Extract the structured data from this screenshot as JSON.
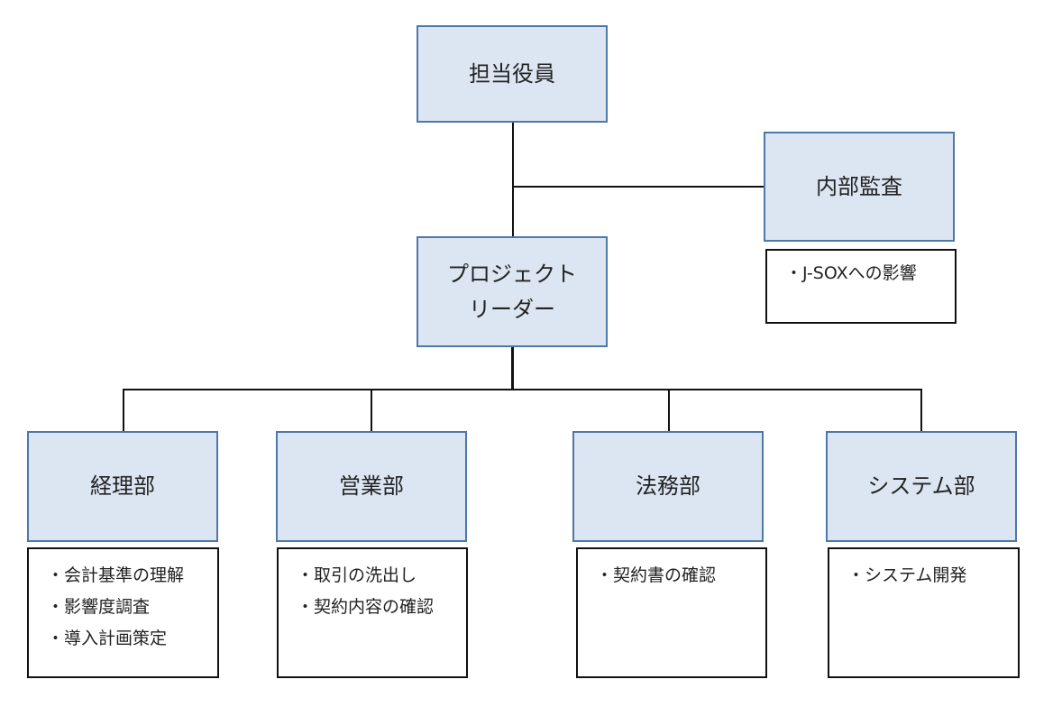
{
  "org_chart": {
    "executive": "担当役員",
    "audit": {
      "title": "内部監査",
      "notes": [
        "・J-SOXへの影響"
      ]
    },
    "leader": {
      "line1": "プロジェクト",
      "line2": "リーダー"
    },
    "departments": [
      {
        "title": "経理部",
        "notes": [
          "・会計基準の理解",
          "・影響度調査",
          "・導入計画策定"
        ]
      },
      {
        "title": "営業部",
        "notes": [
          "・取引の洗出し",
          "・契約内容の確認"
        ]
      },
      {
        "title": "法務部",
        "notes": [
          "・契約書の確認"
        ]
      },
      {
        "title": "システム部",
        "notes": [
          "・システム開発"
        ]
      }
    ]
  }
}
